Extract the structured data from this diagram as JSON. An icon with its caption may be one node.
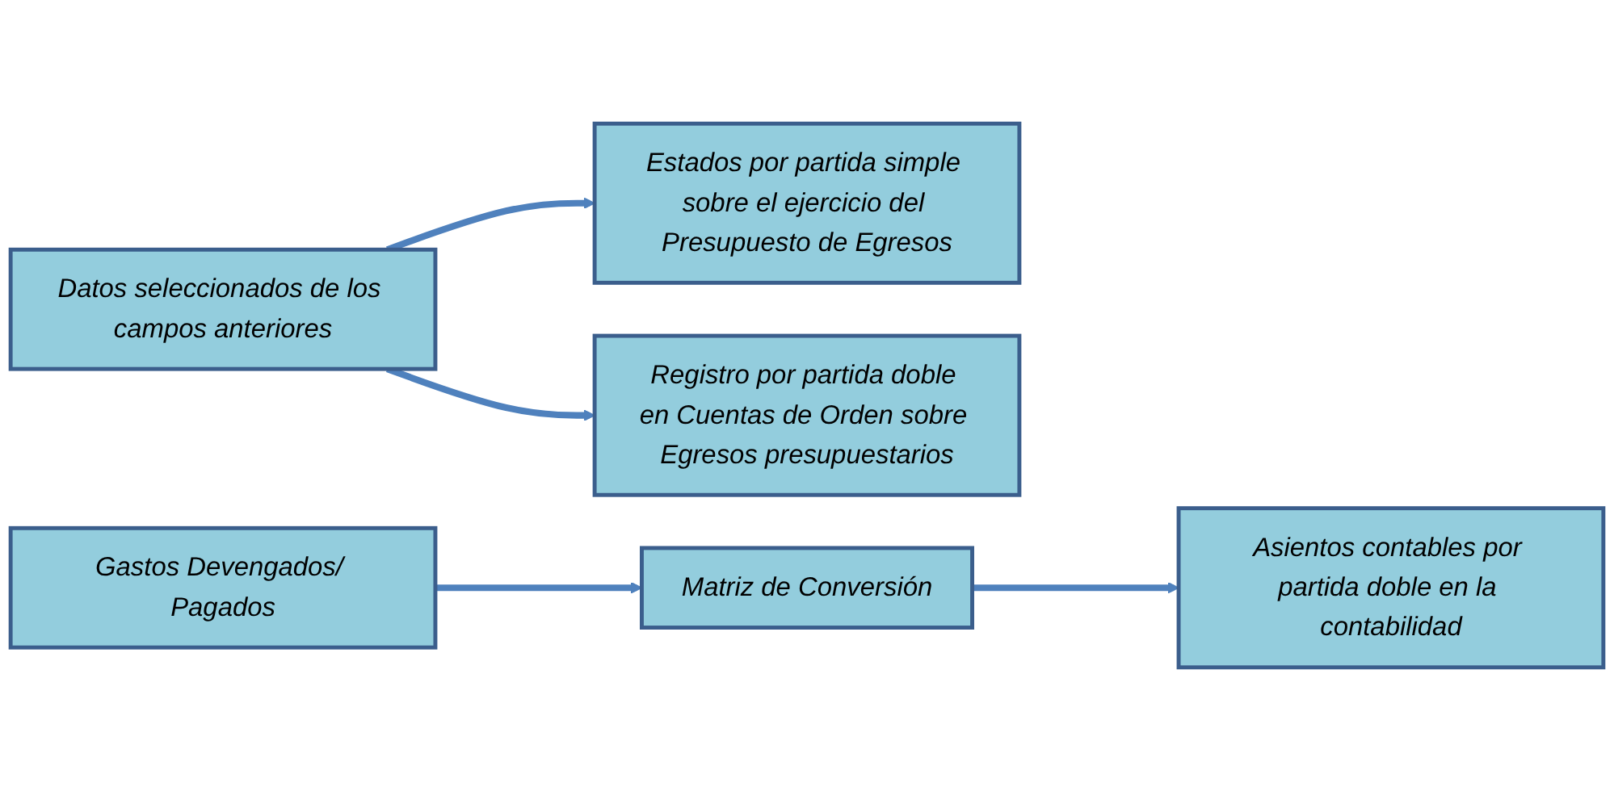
{
  "diagram": {
    "nodes": [
      {
        "text": [
          "Datos seleccionados de los campos anteriores"
        ]
      },
      {
        "text": [
          "Estados por partida simple sobre el ejercicio del Presupuesto de Egresos"
        ]
      },
      {
        "text": [
          "Registro por partida doble en Cuentas de Orden sobre Egresos presupuestarios"
        ]
      },
      {
        "text": [
          "Gastos Devengados/ Pagados"
        ]
      },
      {
        "text": [
          "Matriz de Conversión"
        ]
      },
      {
        "text": [
          "Asientos contables por partida doble en la contabilidad"
        ]
      }
    ],
    "edges": [
      {
        "from": 0,
        "to": 1,
        "arrow": "to"
      },
      {
        "from": 0,
        "to": 2,
        "arrow": "to"
      },
      {
        "from": 3,
        "to": 4,
        "arrow": "to"
      },
      {
        "from": 4,
        "to": 5,
        "arrow": "to"
      }
    ]
  }
}
